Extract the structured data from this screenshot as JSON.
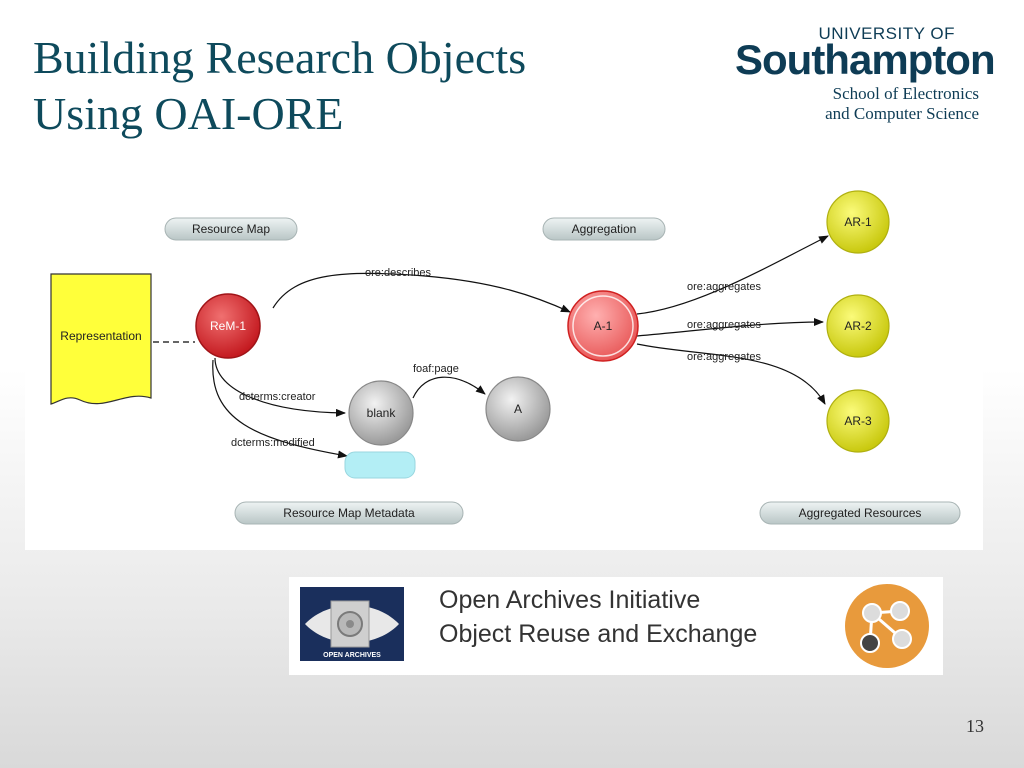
{
  "slide": {
    "title_line1": "Building Research Objects",
    "title_line2": "Using OAI-ORE",
    "page_number": "13"
  },
  "logo": {
    "university_of": "UNIVERSITY OF",
    "southampton": "Southampton",
    "school_line1": "School of Electronics",
    "school_line2": "and Computer Science"
  },
  "diagram": {
    "labels": {
      "resource_map": "Resource Map",
      "aggregation": "Aggregation",
      "resource_map_metadata": "Resource Map Metadata",
      "aggregated_resources": "Aggregated Resources"
    },
    "nodes": {
      "representation": "Representation",
      "rem": "ReM-1",
      "aggregation": "A-1",
      "blank": "blank",
      "a": "A",
      "ar1": "AR-1",
      "ar2": "AR-2",
      "ar3": "AR-3"
    },
    "edges": {
      "describes": "ore:describes",
      "aggregates1": "ore:aggregates",
      "aggregates2": "ore:aggregates",
      "aggregates3": "ore:aggregates",
      "creator": "dcterms:creator",
      "modified": "dcterms:modified",
      "page": "foaf:page"
    },
    "colors": {
      "rem": "#d9232a",
      "aggregation": "#f07070",
      "aggregated": "#e8e820",
      "grey": "#b8b8b8",
      "representation": "#ffff3a",
      "literal": "#b3eef5"
    }
  },
  "oai_banner": {
    "logo_text": "OPEN ARCHIVES",
    "line1": "Open Archives Initiative",
    "line2": "Object Reuse and Exchange"
  }
}
